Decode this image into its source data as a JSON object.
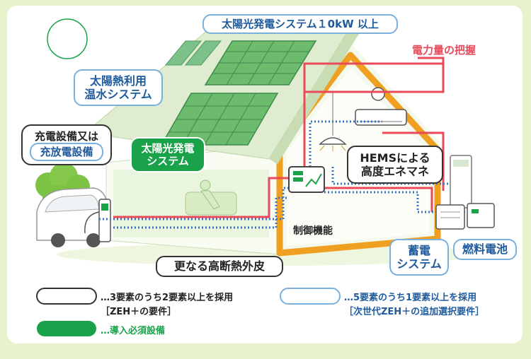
{
  "colors": {
    "background": "#e8f2cc",
    "panel": "#ffffff",
    "brand_green": "#1aa24a",
    "light_blue_border": "#7ab0de",
    "power_line": "#e84a5a",
    "control_line": "#3a74c4",
    "house_frame": "#f0a020"
  },
  "diagram": {
    "solar_pv_10kw": "太陽光発電システム１0kW 以上",
    "power_monitoring": "電力量の把握",
    "solar_thermal": "太陽熱利用\n温水システム",
    "charging_header": "充電設備又は",
    "charge_discharge": "充放電設備",
    "solar_pv": "太陽光発電\nシステム",
    "hems": "HEMSによる\n高度エネマネ",
    "control_function": "制御機能",
    "insulation": "更なる高断熱外皮",
    "storage": "蓄電\nシステム",
    "fuel_cell": "燃料電池"
  },
  "legend": {
    "items": [
      {
        "style": "outline-black",
        "text": "…3要素のうち2要素以上を採用",
        "subtext": "［ZEH＋の要件］"
      },
      {
        "style": "outline-blue",
        "text": "…5要素のうち1要素以上を採用",
        "subtext": "［次世代ZEH＋の追加選択要件］"
      },
      {
        "style": "filled-green",
        "text": "…導入必須設備"
      }
    ]
  },
  "icons": [
    "sun-icon",
    "solar-panel-icon",
    "solar-thermal-panel-icon",
    "electric-car-icon",
    "ev-charger-icon",
    "air-conditioner-icon",
    "ceiling-lamp-icon",
    "hems-monitor-icon",
    "person-icon",
    "tree-icon",
    "battery-unit-icon",
    "fuel-cell-unit-icon",
    "water-heater-icon",
    "clock-icon"
  ]
}
